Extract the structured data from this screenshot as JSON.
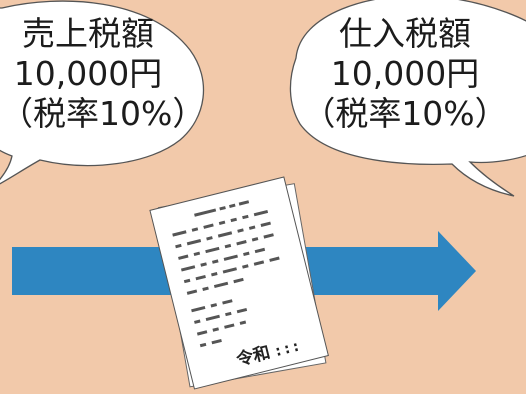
{
  "left_bubble": {
    "title": "売上税額",
    "amount": "10,000円",
    "rate": "（税率10%）"
  },
  "right_bubble": {
    "title": "仕入税額",
    "amount": "10,000円",
    "rate": "（税率10%）"
  },
  "invoice": {
    "era_label": "令和",
    "era_suffix": ":::"
  },
  "colors": {
    "background": "#f2c9aa",
    "arrow": "#2e86c1",
    "bubble_fill": "#ffffff",
    "bubble_stroke": "#555555",
    "ink": "#1c1c1c"
  },
  "icons": [
    "speech-bubble-icon",
    "arrow-right-icon",
    "invoice-document-icon"
  ]
}
